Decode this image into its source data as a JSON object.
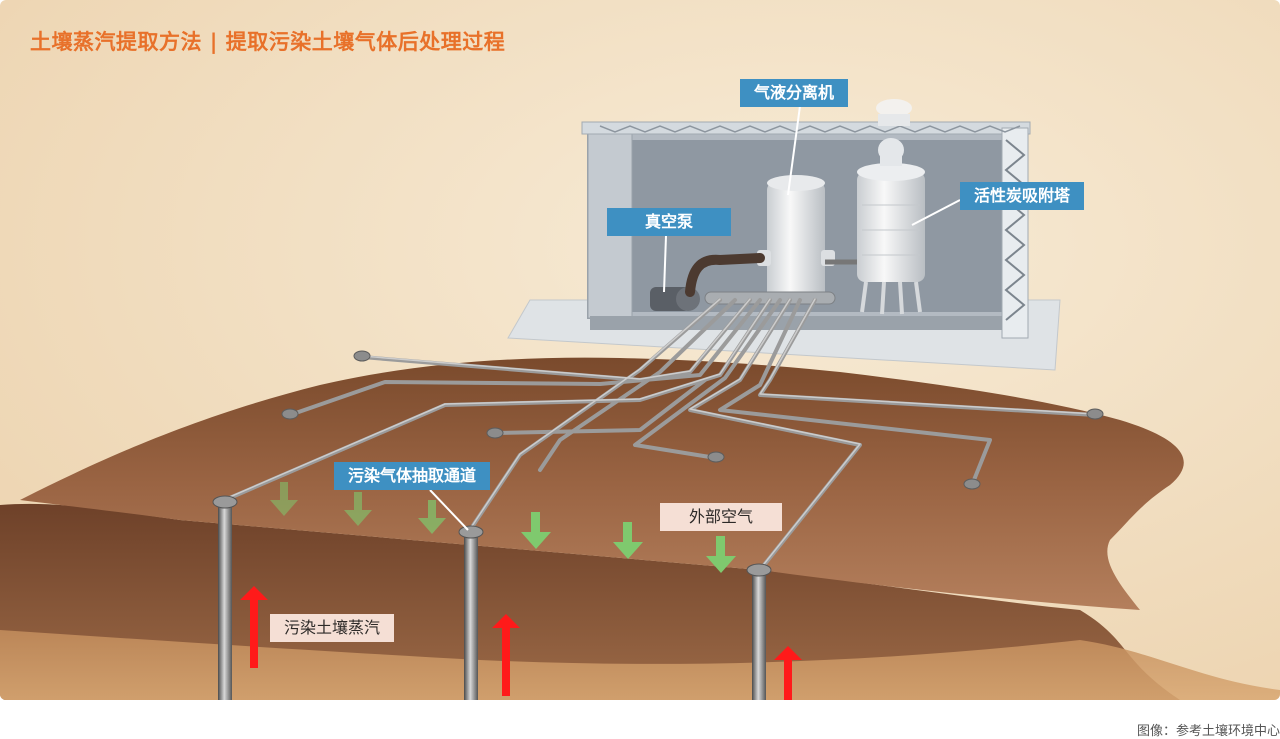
{
  "page": {
    "title": "土壤蒸汽提取方法 | 提取污染土壤气体后处理过程"
  },
  "labels": {
    "separator": "气液分离机",
    "carbon_tower": "活性炭吸附塔",
    "vacuum_pump": "真空泵",
    "extraction_pipe": "污染气体抽取通道",
    "outside_air": "外部空气",
    "contaminated_vapor": "污染土壤蒸汽"
  },
  "footer": {
    "credit": "图像：参考土壤环境中心"
  },
  "colors": {
    "title": "#e8712a",
    "label_blue": "#3e90c2",
    "label_light": "#f5dfd5",
    "arrow_red": "#ff1a1a",
    "arrow_green": "#7fc96e"
  }
}
